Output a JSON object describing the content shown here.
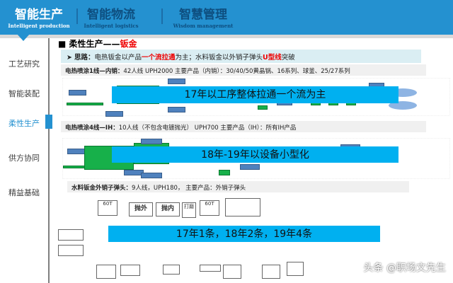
{
  "header": {
    "tabs": [
      {
        "cn": "智能生产",
        "en": "Intelligent production",
        "active": true
      },
      {
        "cn": "智能物流",
        "en": "Intelligent logistics",
        "active": false
      },
      {
        "cn": "智慧管理",
        "en": "Wisdom management",
        "active": false
      }
    ]
  },
  "sidebar": {
    "items": [
      {
        "label": "工艺研究"
      },
      {
        "label": "智能装配"
      },
      {
        "label": "柔性生产",
        "active": true
      },
      {
        "label": "供方协同"
      },
      {
        "label": "精益基础"
      }
    ]
  },
  "main": {
    "title_prefix": "柔性生产——",
    "title_highlight": "钣金",
    "idea": {
      "label": "思路：",
      "t1": "电热钣金以产品",
      "h1": "一个流拉通",
      "t2": "为主；水料钣金以外销子弹头",
      "h2": "U型线",
      "t3": "突破"
    },
    "lines": [
      {
        "name": "电热喷涂1线—内销：",
        "desc": "42人线  UPH2000   主要产品（内销）：30/40/50黄晶锅、16系列、球釜、25/27系列",
        "banner": "17年以工序整体拉通一个流为主"
      },
      {
        "name": "电热喷涂4线—IH：",
        "desc": "10人线（不包含电镀抛光） UPH700  主要产品（IH）：所有IH产品",
        "banner": "18年-19年以设备小型化"
      },
      {
        "name": "水料钣金外销子弹头：",
        "desc": "9人线，UPH180， 主要产品：外销子弹头",
        "banner": "17年1条，18年2条，19年4条"
      }
    ],
    "sketch_labels": [
      "60T",
      "抛外",
      "抛内",
      "打磨",
      "60T"
    ]
  },
  "watermark": "头条 @职场文先生",
  "colors": {
    "header": "#2491d0",
    "banner": "#00b0f0",
    "highlight": "#ee0000",
    "idea_bg": "#daeef3"
  }
}
